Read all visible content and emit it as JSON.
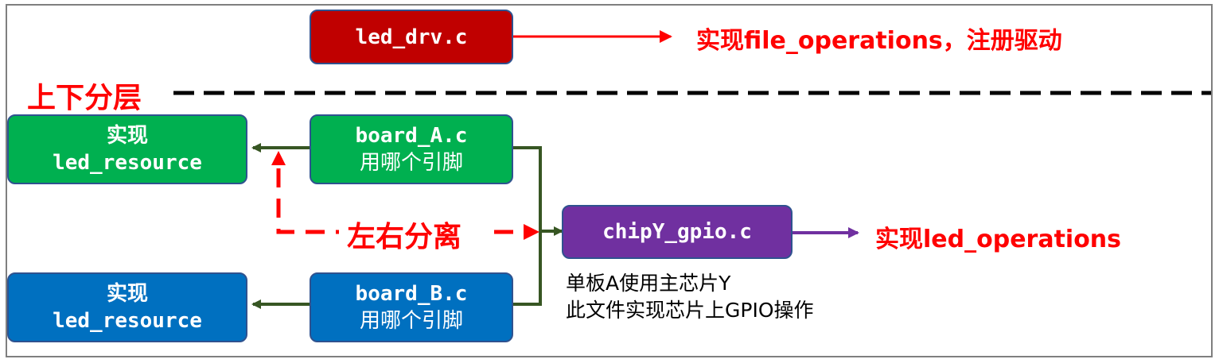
{
  "colors": {
    "red_box": "#c00000",
    "green_box": "#00b050",
    "blue_box": "#0070c0",
    "purple_box": "#7030a0",
    "green_arrow": "#375623",
    "purple_arrow": "#7030a0",
    "red_annotation": "#ff0000"
  },
  "nodes": {
    "led_drv": {
      "label": "led_drv.c"
    },
    "board_a": {
      "line1": "board_A.c",
      "line2": "用哪个引脚"
    },
    "board_b": {
      "line1": "board_B.c",
      "line2": "用哪个引脚"
    },
    "res_a": {
      "line1": "实现",
      "line2": "led_resource"
    },
    "res_b": {
      "line1": "实现",
      "line2": "led_resource"
    },
    "chip": {
      "label": "chipY_gpio.c"
    }
  },
  "annotations": {
    "drv_desc": "实现file_operations，注册驱动",
    "layer_split": "上下分层",
    "lr_split": "左右分离",
    "chip_desc": "实现led_operations",
    "chip_note_line1": "单板A使用主芯片Y",
    "chip_note_line2": "此文件实现芯片上GPIO操作"
  }
}
